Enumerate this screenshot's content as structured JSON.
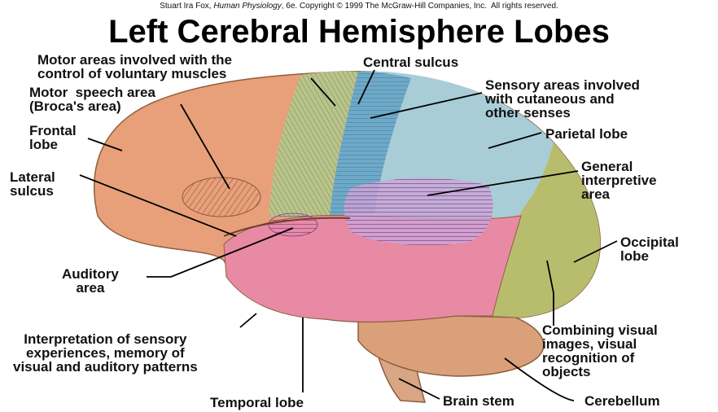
{
  "credit": {
    "pre": "Stuart Ira Fox, ",
    "book": "Human Physiology",
    "post": ", 6e. Copyright © 1999 The McGraw-Hill Companies, Inc.  All rights reserved."
  },
  "title": "Left Cerebral Hemisphere Lobes",
  "labels": {
    "motor_areas": "Motor areas involved with the\ncontrol of voluntary muscles",
    "central_sulcus": "Central sulcus",
    "motor_speech": "Motor  speech area\n(Broca's area)",
    "sensory_areas": "Sensory areas involved\nwith cutaneous and\nother senses",
    "frontal_lobe": "Frontal\nlobe",
    "parietal_lobe": "Parietal lobe",
    "general_interpretive": "General\ninterpretive\narea",
    "lateral_sulcus": "Lateral\nsulcus",
    "occipital_lobe": "Occipital\nlobe",
    "auditory_area": "Auditory\narea",
    "interpretation": "Interpretation of sensory\nexperiences, memory of\nvisual and auditory patterns",
    "combining_visual": "Combining visual\nimages, visual\nrecognition of\nobjects",
    "temporal_lobe": "Temporal lobe",
    "brain_stem": "Brain stem",
    "cerebellum": "Cerebellum"
  },
  "colors": {
    "frontal": "#e8a07a",
    "motor_strip": "#b9c48d",
    "sensory_strip": "#6fa9c8",
    "parietal": "#a9cdd6",
    "temporal": "#e98aa4",
    "occipital": "#b8bd6e",
    "cerebellum": "#d9a07a",
    "hatch": "#a0522d",
    "interpretive_hatch": "#8e4c9e"
  }
}
